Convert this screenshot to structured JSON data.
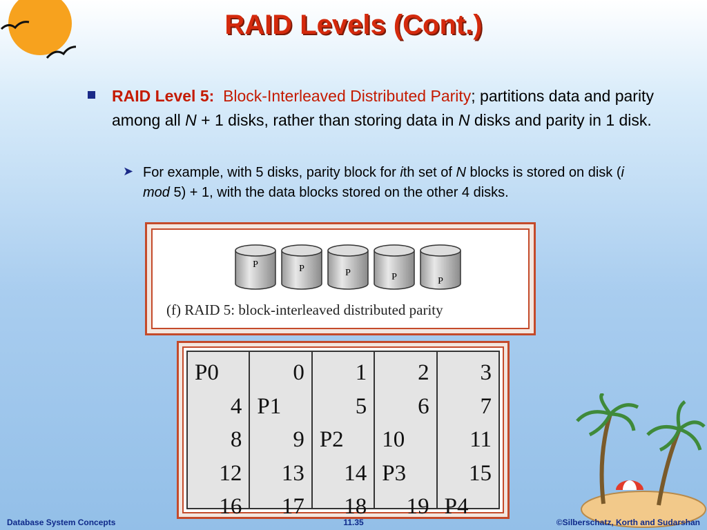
{
  "title": "RAID Levels (Cont.)",
  "bullet": {
    "label": "RAID Level 5",
    "colon": ":",
    "subtitle": "Block-Interleaved Distributed Parity",
    "text_a": "; partitions data and parity among all ",
    "var_n1": "N",
    "text_b": " + 1 disks, rather than storing data in ",
    "var_n2": "N",
    "text_c": " disks and parity in 1 disk."
  },
  "sub_bullet": {
    "text_a": "For example, with 5 disks, parity block for ",
    "var_i": "i",
    "text_b": "th set of ",
    "var_n": "N",
    "text_c": " blocks is stored on disk (",
    "expr": "i mod",
    "text_d": " 5) + 1, with the data blocks stored on the other 4 disks."
  },
  "figure": {
    "disk_labels": [
      "P",
      "P",
      "P",
      "P",
      "P"
    ],
    "caption": "(f) RAID 5: block-interleaved distributed parity"
  },
  "table": {
    "columns": [
      [
        "P0",
        "4",
        "8",
        "12",
        "16"
      ],
      [
        "0",
        "P1",
        "9",
        "13",
        "17"
      ],
      [
        "1",
        "5",
        "P2",
        "14",
        "18"
      ],
      [
        "2",
        "6",
        "10",
        "P3",
        "19"
      ],
      [
        "3",
        "7",
        "11",
        "15",
        "P4"
      ]
    ]
  },
  "footer": {
    "left": "Database System Concepts",
    "center": "11.35",
    "right": "©Silberschatz, Korth and Sudarshan"
  }
}
